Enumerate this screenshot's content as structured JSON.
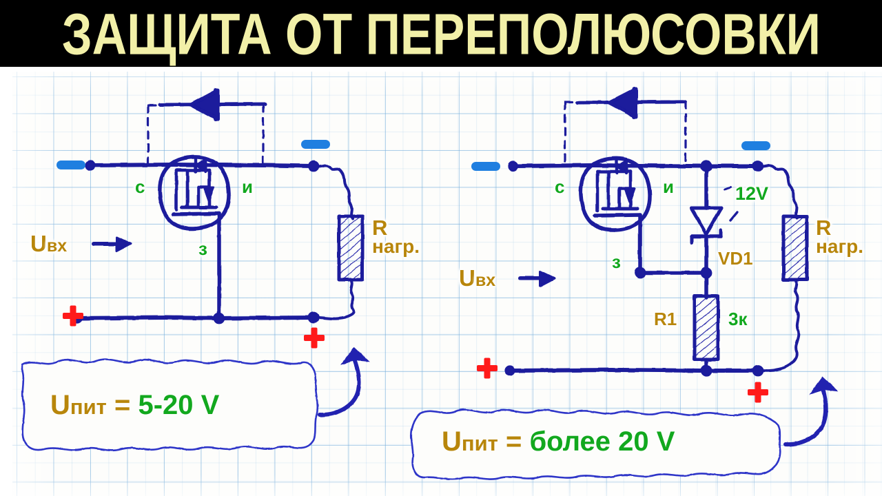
{
  "title": {
    "text": "ЗАЩИТА ОТ ПЕРЕПОЛЮСОВКИ",
    "text_color": "#f2f0a8",
    "bar_color": "#000000"
  },
  "colors": {
    "ink_blue": "#1a1a9c",
    "green": "#12a81e",
    "gold": "#b8860b",
    "red": "#ff1a1a",
    "terminal_blue": "#1f7fe0",
    "grid_blue": "#9cc8e6",
    "paper": "#fdfdfb"
  },
  "circuit_left": {
    "name": "simple-mosfet-reverse-polarity-protection",
    "terminal_minus": "—",
    "terminal_plus": "+",
    "output_minus": "—",
    "output_plus": "+",
    "mosfet_drain_label": "с",
    "mosfet_source_label": "и",
    "mosfet_gate_label": "з",
    "load_label_line1": "R",
    "load_label_line2": "нагр.",
    "input_label_u": "U",
    "input_label_sub": "вх",
    "body_diode_note": "dashed box with internal body diode"
  },
  "circuit_right": {
    "name": "mosfet-protection-with-zener-and-resistor",
    "terminal_minus": "—",
    "terminal_plus": "+",
    "output_minus": "—",
    "output_plus": "+",
    "mosfet_drain_label": "с",
    "mosfet_source_label": "и",
    "mosfet_gate_label": "з",
    "zener_ref": "VD1",
    "zener_value": "12V",
    "resistor_ref": "R1",
    "resistor_value": "3к",
    "load_label_line1": "R",
    "load_label_line2": "нагр.",
    "input_label_u": "U",
    "input_label_sub": "вх",
    "body_diode_note": "dashed box with internal body diode"
  },
  "callout_left": {
    "u": "U",
    "sub": "пит",
    "eq": " = ",
    "value": "5-20 V"
  },
  "callout_right": {
    "u": "U",
    "sub": "пит",
    "eq": " = ",
    "value": "более 20 V"
  }
}
